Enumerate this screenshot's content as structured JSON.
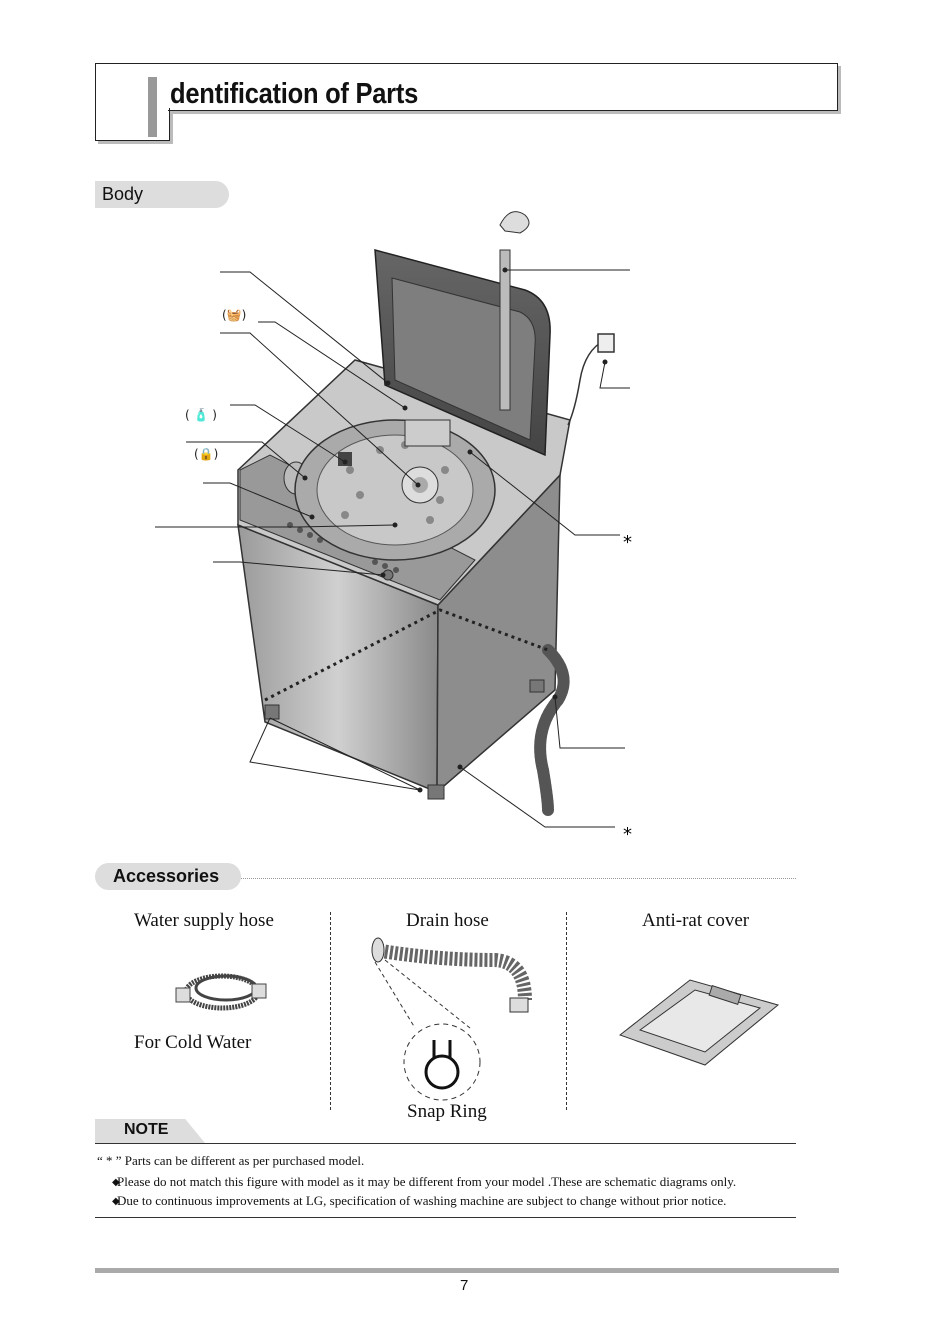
{
  "header": {
    "title": "dentification of Parts"
  },
  "sections": {
    "body": "Body",
    "accessories": "Accessories"
  },
  "diagram": {
    "part_icons": [
      "(🧺)",
      "( 🧴 )",
      "(🔒)"
    ],
    "asterisk_1": "*",
    "asterisk_2": "*"
  },
  "accessories": {
    "water_supply_hose": "Water supply hose",
    "for_cold_water": "For Cold Water",
    "drain_hose": "Drain hose",
    "snap_ring": "Snap Ring",
    "anti_rat_cover": "Anti-rat cover"
  },
  "note": {
    "label": "NOTE",
    "line1": "“ * ” Parts can be different as per purchased model.",
    "bullet": "◆",
    "line2": "Please do not match this figure with model as it may be different from your model .These are schematic diagrams only.",
    "line3": "Due to continuous improvements at LG, specification of washing machine are subject to change without  prior notice."
  },
  "footer": {
    "page_number": "7"
  }
}
